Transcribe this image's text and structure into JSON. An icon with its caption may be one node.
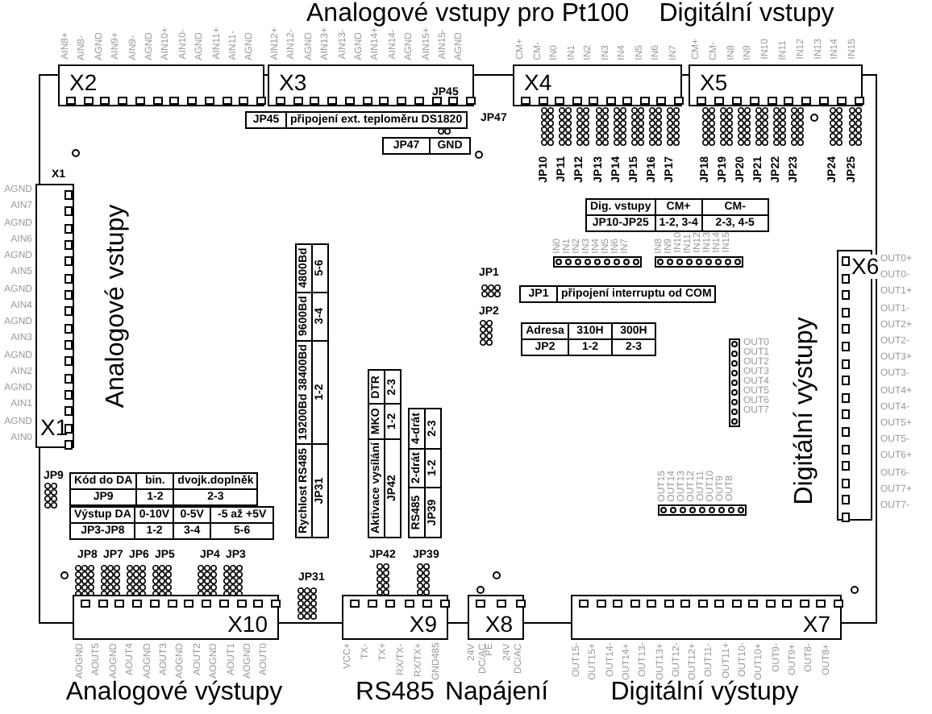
{
  "diagram": {
    "nodes": [
      {
        "text": [
          "X2"
        ]
      },
      {
        "text": [
          "X3"
        ]
      },
      {
        "text": [
          "X4"
        ]
      },
      {
        "text": [
          "X5"
        ]
      },
      {
        "text": [
          "X1"
        ]
      },
      {
        "text": [
          "X6"
        ]
      },
      {
        "text": [
          "X10"
        ]
      },
      {
        "text": [
          "X9"
        ]
      },
      {
        "text": [
          "X8"
        ]
      },
      {
        "text": [
          "X7"
        ]
      }
    ],
    "labels": [
      "Analogové vstupy pro Pt100",
      "Digitální vstupy",
      "AIN8+",
      "AIN8-",
      "AGND",
      "AIN9+",
      "AIN9-",
      "AGND",
      "AIN10+",
      "AIN10-",
      "AGND",
      "AIN11+",
      "AIN11-",
      "AGND",
      "AIN12+",
      "AIN12-",
      "AGND",
      "AIN13+",
      "AIN13-",
      "AGND",
      "AIN14+",
      "AIN14-",
      "AGND",
      "AIN15+",
      "AIN15-",
      "AGND",
      "CM+",
      "CM-",
      "IN0",
      "IN1",
      "IN2",
      "IN3",
      "IN4",
      "IN5",
      "IN6",
      "IN7",
      "CM+",
      "CM-",
      "IN8",
      "IN9",
      "IN10",
      "IN11",
      "IN12",
      "IN13",
      "IN14",
      "IN15",
      "JP45",
      "JP45",
      "připojení ext. teploměru DS1820",
      "JP47",
      "JP47",
      "GND",
      "JP10",
      "JP11",
      "JP12",
      "JP13",
      "JP14",
      "JP15",
      "JP16",
      "JP17",
      "JP18",
      "JP19",
      "JP20",
      "JP21",
      "JP22",
      "JP23",
      "JP24",
      "JP25",
      "X1",
      "AGND",
      "AIN7",
      "AGND",
      "AIN6",
      "AGND",
      "AIN5",
      "AGND",
      "AIN4",
      "AGND",
      "AIN3",
      "AGND",
      "AIN2",
      "AGND",
      "AIN1",
      "AGND",
      "AIN0",
      "Analogové vstupy",
      "Dig. vstupy",
      "CM+",
      "CM-",
      "JP10-JP25",
      "1-2, 3-4",
      "2-3, 4-5",
      "IN0",
      "IN1",
      "IN2",
      "IN3",
      "IN4",
      "IN5",
      "IN6",
      "IN7",
      "IN8",
      "IN9",
      "IN10",
      "IN11",
      "IN12",
      "IN13",
      "IN14",
      "IN15",
      "JP1",
      "JP1",
      "připojení interruptu od COM",
      "JP2",
      "Adresa",
      "310H",
      "300H",
      "JP2",
      "1-2",
      "2-3",
      "OUT0",
      "OUT1",
      "OUT2",
      "OUT3",
      "OUT4",
      "OUT5",
      "OUT6",
      "OUT7",
      "Digitální výstupy",
      "OUT0+",
      "OUT0-",
      "OUT1+",
      "OUT1-",
      "OUT2+",
      "OUT2-",
      "OUT3+",
      "OUT3-",
      "OUT4+",
      "OUT4-",
      "OUT5+",
      "OUT5-",
      "OUT6+",
      "OUT6-",
      "OUT7+",
      "OUT7-",
      "Rychlost RS485",
      "19200Bd 38400Bd",
      "9600Bd",
      "4800Bd",
      "JP31",
      "1-2",
      "3-4",
      "5-6",
      "Aktivace vysílání",
      "MKO",
      "DTR",
      "JP42",
      "1-2",
      "2-3",
      "RS485",
      "2-drát",
      "4-drát",
      "JP39",
      "1-2",
      "2-3",
      "JP9",
      "Kód do DA",
      "bin.",
      "dvojk.doplněk",
      "JP9",
      "1-2",
      "2-3",
      "Výstup DA",
      "0-10V",
      "0-5V",
      "-5 až +5V",
      "JP3-JP8",
      "1-2",
      "3-4",
      "5-6",
      "JP8",
      "JP7",
      "JP6",
      "JP5",
      "JP4",
      "JP3",
      "JP42",
      "JP39",
      "OUT15",
      "OUT14",
      "OUT13",
      "OUT12",
      "OUT11",
      "OUT10",
      "OUT9",
      "OUT8",
      "JP31",
      "AOGND",
      "AOUT5",
      "AOGND",
      "AOUT4",
      "AOGND",
      "AOUT3",
      "AOGND",
      "AOUT2",
      "AOGND",
      "AOUT1",
      "AOGND",
      "AOUT0",
      "VCC+",
      "TX-",
      "TX+",
      "RX/TX-",
      "RX/TX+",
      "GND485",
      "24V DC/AC",
      "PE",
      "24V DC/AC",
      "OUT15-",
      "OUT15+",
      "OUT14-",
      "OUT14+",
      "OUT13-",
      "OUT13+",
      "OUT12-",
      "OUT12+",
      "OUT11-",
      "OUT11+",
      "OUT10-",
      "OUT10+",
      "OUT9-",
      "OUT9+",
      "OUT8-",
      "OUT8+",
      "Analogové výstupy",
      "RS485",
      "Napájení",
      "Digitální výstupy"
    ]
  }
}
